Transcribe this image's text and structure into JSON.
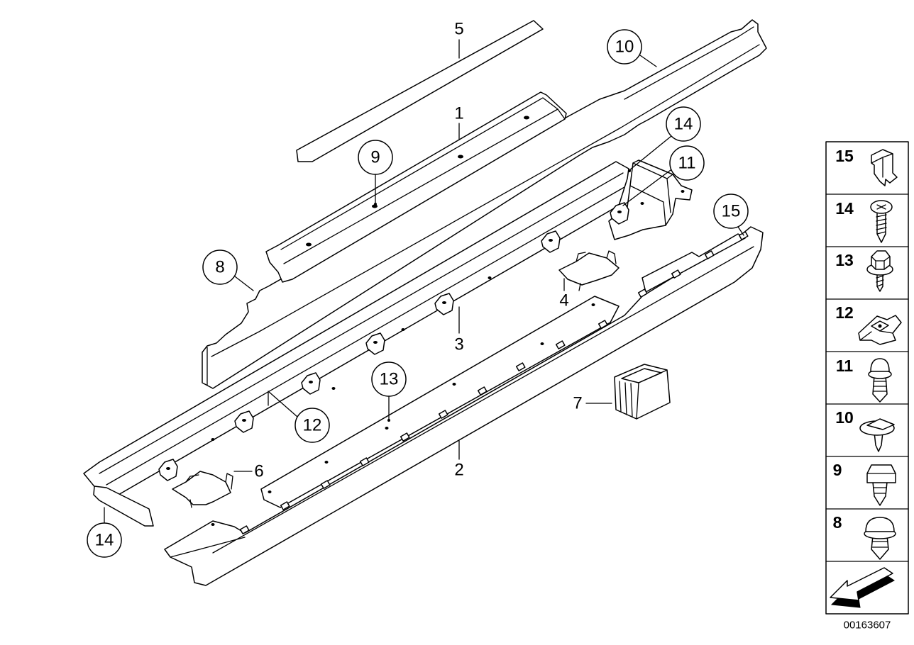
{
  "callouts": {
    "items": [
      "5",
      "10",
      "1",
      "9",
      "14",
      "11",
      "15",
      "8",
      "4",
      "3",
      "13",
      "12",
      "7",
      "2",
      "6",
      "14"
    ]
  },
  "legend": {
    "items": [
      {
        "number": "15",
        "icon": "spring-clip-icon"
      },
      {
        "number": "14",
        "icon": "screw-icon"
      },
      {
        "number": "13",
        "icon": "hex-bolt-with-washer-icon"
      },
      {
        "number": "12",
        "icon": "speed-nut-icon"
      },
      {
        "number": "11",
        "icon": "push-rivet-icon"
      },
      {
        "number": "10",
        "icon": "expanding-clip-icon"
      },
      {
        "number": "9",
        "icon": "plastic-clip-icon"
      },
      {
        "number": "8",
        "icon": "expanding-rivet-icon"
      }
    ],
    "arrow_icon": "direction-arrow-icon"
  },
  "diagram_number": "00163607",
  "colors": {
    "line": "#000000",
    "background": "#ffffff"
  }
}
